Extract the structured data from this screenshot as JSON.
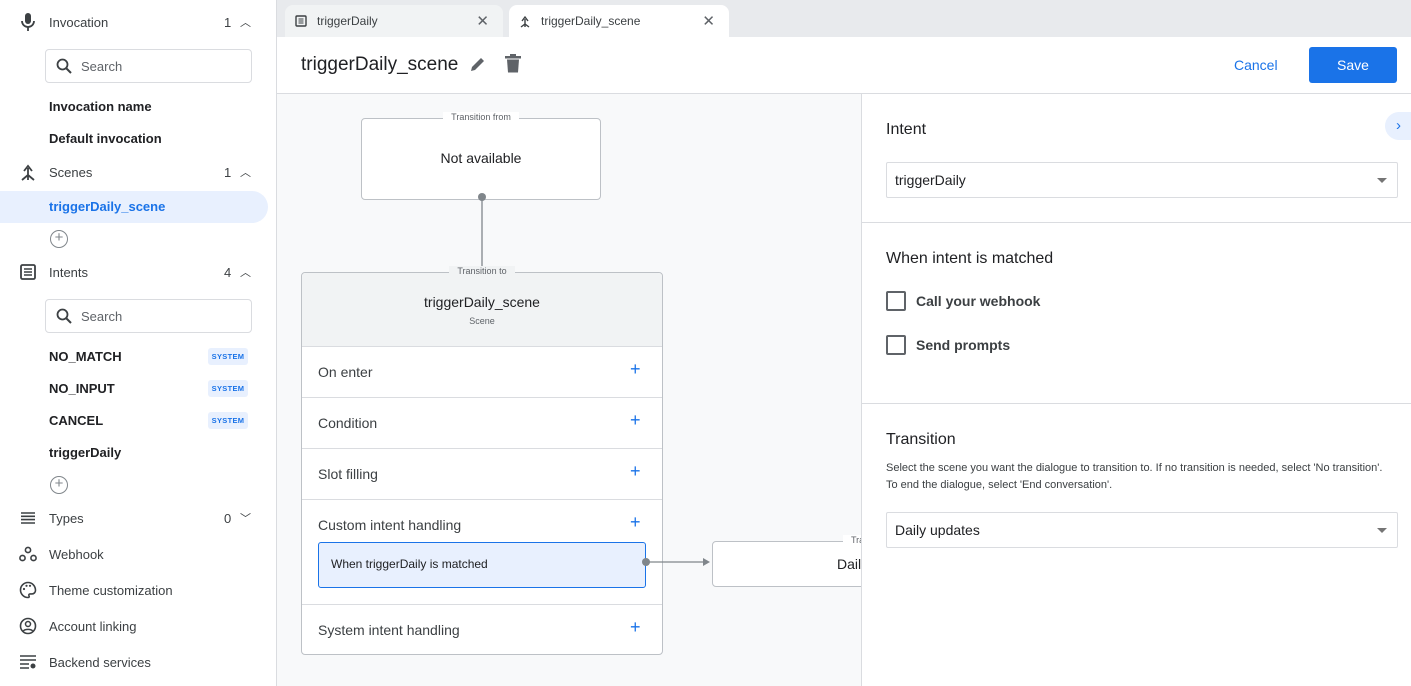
{
  "sidebar": {
    "invocation": {
      "label": "Invocation",
      "count": "1",
      "search_placeholder": "Search",
      "items": [
        "Invocation name",
        "Default invocation"
      ]
    },
    "scenes": {
      "label": "Scenes",
      "count": "1",
      "items": [
        "triggerDaily_scene"
      ]
    },
    "intents": {
      "label": "Intents",
      "count": "4",
      "search_placeholder": "Search",
      "items": [
        {
          "name": "NO_MATCH",
          "badge": "SYSTEM"
        },
        {
          "name": "NO_INPUT",
          "badge": "SYSTEM"
        },
        {
          "name": "CANCEL",
          "badge": "SYSTEM"
        },
        {
          "name": "triggerDaily",
          "badge": ""
        }
      ]
    },
    "types": {
      "label": "Types",
      "count": "0"
    },
    "links": [
      "Webhook",
      "Theme customization",
      "Account linking",
      "Backend services"
    ]
  },
  "tabs": [
    {
      "label": "triggerDaily",
      "icon": "intent-icon"
    },
    {
      "label": "triggerDaily_scene",
      "icon": "scene-icon",
      "active": true
    }
  ],
  "header": {
    "title": "triggerDaily_scene",
    "cancel": "Cancel",
    "save": "Save"
  },
  "canvas": {
    "from": {
      "legend": "Transition from",
      "value": "Not available"
    },
    "scene": {
      "legend": "Transition to",
      "name": "triggerDaily_scene",
      "sub": "Scene",
      "rows": [
        "On enter",
        "Condition",
        "Slot filling",
        "Custom intent handling",
        "System intent handling"
      ],
      "chip": "When triggerDaily is matched"
    },
    "target": {
      "legend": "Transition to",
      "value": "Daily updates"
    }
  },
  "panel": {
    "intent_title": "Intent",
    "intent_value": "triggerDaily",
    "matched_title": "When intent is matched",
    "checkboxes": [
      {
        "label": "Call your webhook",
        "checked": false
      },
      {
        "label": "Send prompts",
        "checked": false
      }
    ],
    "transition_title": "Transition",
    "transition_desc": "Select the scene you want the dialogue to transition to. If no transition is needed, select 'No transition'. To end the dialogue, select 'End conversation'.",
    "transition_value": "Daily updates"
  },
  "colors": {
    "accent": "#1a73e8",
    "selected_bg": "#e8f0fe"
  }
}
